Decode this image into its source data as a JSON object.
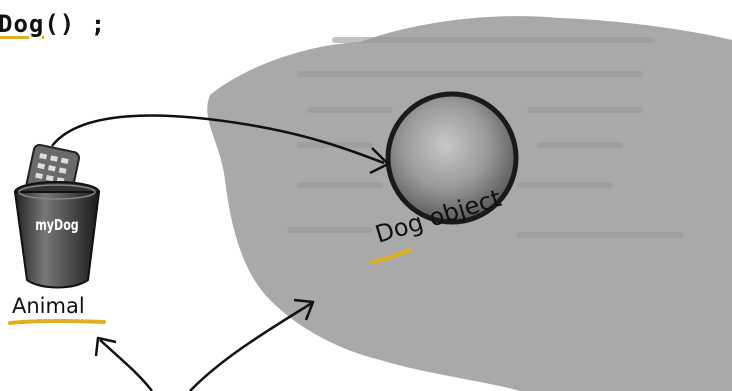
{
  "code": {
    "class_name": "Dog",
    "rest": "() ;"
  },
  "reference": {
    "name": "myDog",
    "type": "Animal"
  },
  "object": {
    "label": "Dog object"
  },
  "colors": {
    "heap": "#a9a9a9",
    "object_fill": "#8a8a8a",
    "underline": "#e0b020",
    "ink": "#111111"
  }
}
